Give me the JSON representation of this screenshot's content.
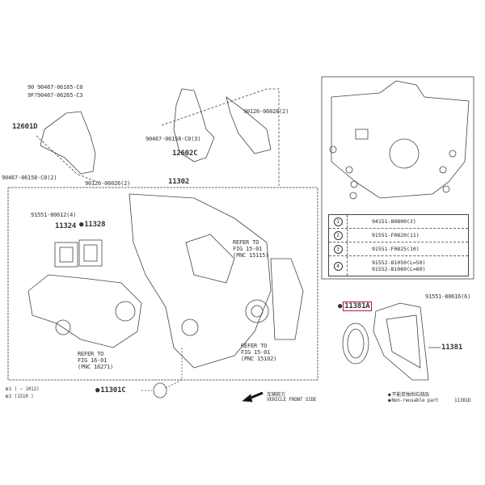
{
  "labels": {
    "p1a": "90467-06165-C0",
    "p1b": "90467-06265-C3",
    "p1a_prefix": "90",
    "p1b_prefix": "9F?",
    "p12601d": "12601D",
    "p_bolt_left": "90467-06158-C0(2)",
    "p_bolt_lower": "90126-06026(2)",
    "p_bolt_top": "90126-06028(2)",
    "p_bolt_mid": "90467-06158-C0(3)",
    "p12602c": "12602C",
    "p11302": "11302",
    "p_bolt_91551": "91551-80612(4)",
    "p11324": "11324",
    "p11328": "11328",
    "refer1": [
      "REFER TO",
      "FIG 15-01",
      "(PNC 15115)"
    ],
    "refer2": [
      "REFER TO",
      "FIG 15-01",
      "(PNC 15102)"
    ],
    "refer3": [
      "REFER TO",
      "FIG 16-01",
      "(PNC 16271)"
    ],
    "p11301c": "11301C",
    "p11381a": "11381A",
    "p11381": "11381",
    "p_bolt_right": "91551-80616(6)",
    "note_left_1": "※1 (        ~ 1012)",
    "note_left_2": "※2 (1510        )",
    "front_cn": "车辆前方",
    "front_en": "VEHICLE FRONT SIDE",
    "legend_cn": "不能单独供应部品",
    "legend_en": "Non-reusable part",
    "diagram_code": "11381D"
  },
  "table": [
    {
      "num": "1",
      "parts": [
        "94151-80800(2)"
      ]
    },
    {
      "num": "2",
      "parts": [
        "91551-F0820(11)"
      ]
    },
    {
      "num": "3",
      "parts": [
        "91551-F0825(10)"
      ]
    },
    {
      "num": "4",
      "parts": [
        "91552-81050(L=50)",
        "91552-81060(L=60)"
      ]
    }
  ],
  "colors": {
    "highlight": "#c0143c",
    "line": "#333333"
  }
}
